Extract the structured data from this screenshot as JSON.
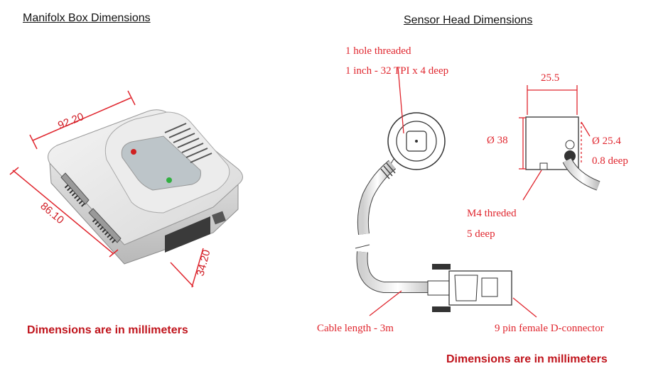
{
  "left": {
    "title": "Manifolx Box Dimensions",
    "dims": {
      "width": "92.20",
      "length": "86.10",
      "height": "34.20"
    },
    "note": "Dimensions are in millimeters"
  },
  "right": {
    "title": "Sensor Head Dimensions",
    "hole_line1": "1 hole threaded",
    "hole_line2": "1 inch - 32 TPI x 4 deep",
    "width": "25.5",
    "diameter_body": "Ø 38",
    "diameter_face": "Ø  25.4",
    "depth_face": "0.8 deep",
    "m4_line1": "M4 threded",
    "m4_line2": "5 deep",
    "cable": "Cable length - 3m",
    "connector": "9 pin female D-connector",
    "note": "Dimensions are in millimeters"
  },
  "colors": {
    "dimension": "#e0262e",
    "note": "#c0141c",
    "line": "#333333"
  }
}
